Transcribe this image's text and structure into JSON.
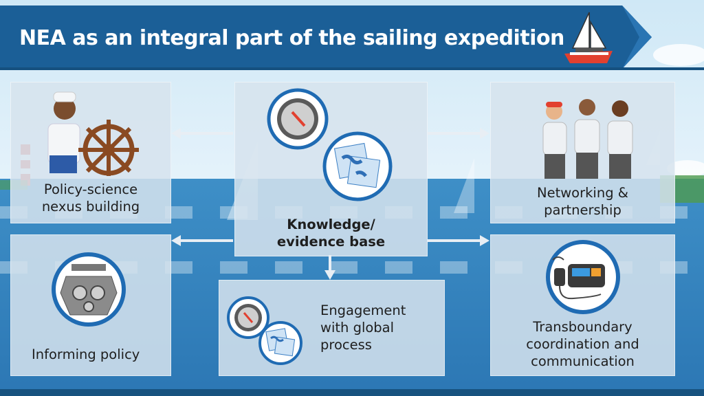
{
  "header": {
    "title": "NEA as an integral part of the sailing expedition",
    "icon": "sailboat-icon"
  },
  "cards": {
    "policy_science": {
      "label_line1": "Policy-science",
      "label_line2": "nexus building",
      "icon": "sailor-with-helm-icon"
    },
    "knowledge_base": {
      "label_line1": "Knowledge/",
      "label_line2": "evidence base",
      "icons": [
        "compass-icon",
        "map-icon"
      ]
    },
    "networking": {
      "label_line1": "Networking &",
      "label_line2": "partnership",
      "icon": "team-people-icon"
    },
    "informing_policy": {
      "label": "Informing policy",
      "icon": "engine-icon"
    },
    "engagement": {
      "label_line1": "Engagement",
      "label_line2": "with global",
      "label_line3": "process",
      "icons": [
        "compass-icon",
        "map-icon"
      ]
    },
    "transboundary": {
      "label_line1": "Transboundary",
      "label_line2": "coordination and",
      "label_line3": "communication",
      "icon": "radio-device-icon"
    }
  },
  "colors": {
    "header": "#1b5f97",
    "header_dark": "#15507f",
    "card": "#d6e3ee",
    "icon_ring": "#1f6bb3",
    "arrow": "#e8eef4"
  }
}
